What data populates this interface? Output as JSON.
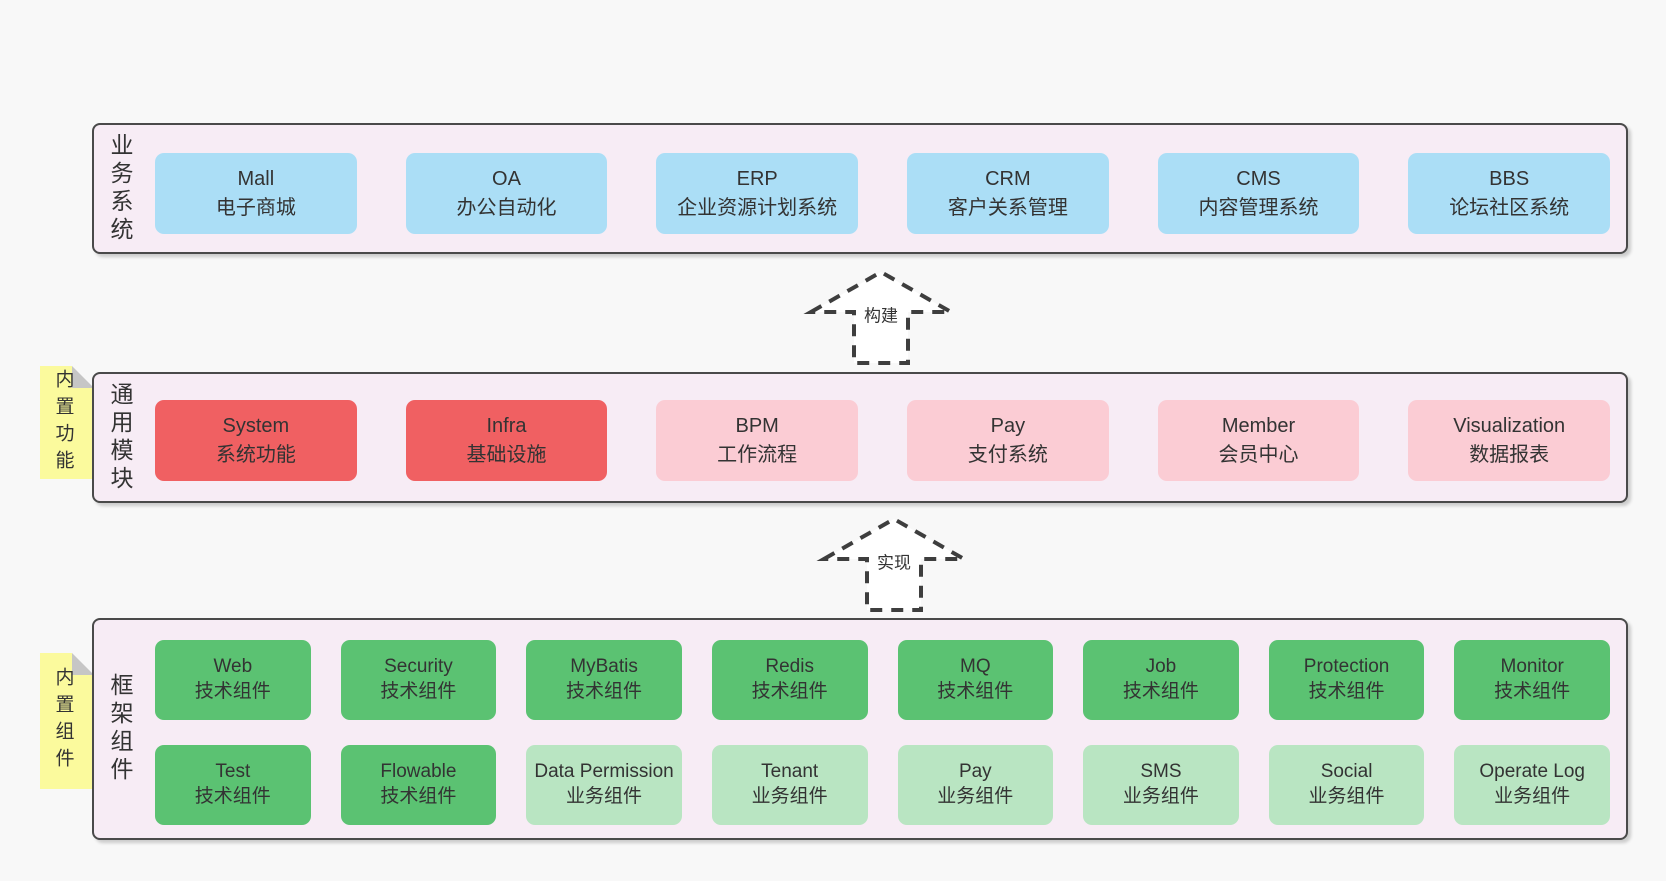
{
  "diagram": {
    "layer1": {
      "title": "业务系统",
      "boxes": [
        {
          "name": "Mall",
          "desc": "电子商城"
        },
        {
          "name": "OA",
          "desc": "办公自动化"
        },
        {
          "name": "ERP",
          "desc": "企业资源计划系统"
        },
        {
          "name": "CRM",
          "desc": "客户关系管理"
        },
        {
          "name": "CMS",
          "desc": "内容管理系统"
        },
        {
          "name": "BBS",
          "desc": "论坛社区系统"
        }
      ]
    },
    "arrow1": {
      "label": "构建"
    },
    "layer2": {
      "title": "通用模块",
      "note": "内置功能",
      "boxes": [
        {
          "name": "System",
          "desc": "系统功能",
          "variant": "red"
        },
        {
          "name": "Infra",
          "desc": "基础设施",
          "variant": "red"
        },
        {
          "name": "BPM",
          "desc": "工作流程",
          "variant": "pink"
        },
        {
          "name": "Pay",
          "desc": "支付系统",
          "variant": "pink"
        },
        {
          "name": "Member",
          "desc": "会员中心",
          "variant": "pink"
        },
        {
          "name": "Visualization",
          "desc": "数据报表",
          "variant": "pink"
        }
      ]
    },
    "arrow2": {
      "label": "实现"
    },
    "layer3": {
      "title": "框架组件",
      "note": "内置组件",
      "row1": [
        {
          "name": "Web",
          "desc": "技术组件",
          "variant": "green"
        },
        {
          "name": "Security",
          "desc": "技术组件",
          "variant": "green"
        },
        {
          "name": "MyBatis",
          "desc": "技术组件",
          "variant": "green"
        },
        {
          "name": "Redis",
          "desc": "技术组件",
          "variant": "green"
        },
        {
          "name": "MQ",
          "desc": "技术组件",
          "variant": "green"
        },
        {
          "name": "Job",
          "desc": "技术组件",
          "variant": "green"
        },
        {
          "name": "Protection",
          "desc": "技术组件",
          "variant": "green"
        },
        {
          "name": "Monitor",
          "desc": "技术组件",
          "variant": "green"
        }
      ],
      "row2": [
        {
          "name": "Test",
          "desc": "技术组件",
          "variant": "green"
        },
        {
          "name": "Flowable",
          "desc": "技术组件",
          "variant": "green"
        },
        {
          "name": "Data Permission",
          "desc": "业务组件",
          "variant": "lightgreen"
        },
        {
          "name": "Tenant",
          "desc": "业务组件",
          "variant": "lightgreen"
        },
        {
          "name": "Pay",
          "desc": "业务组件",
          "variant": "lightgreen"
        },
        {
          "name": "SMS",
          "desc": "业务组件",
          "variant": "lightgreen"
        },
        {
          "name": "Social",
          "desc": "业务组件",
          "variant": "lightgreen"
        },
        {
          "name": "Operate Log",
          "desc": "业务组件",
          "variant": "lightgreen"
        }
      ]
    },
    "colors": {
      "page_bg": "#f8f8f8",
      "layer_bg": "#f7ecf5",
      "layer_border": "#4a4a4a",
      "blue_box": "#abdef6",
      "red_box": "#f06062",
      "pink_box": "#fbccd4",
      "green_box": "#5bc272",
      "light_green_box": "#b9e5c2",
      "note_yellow": "#fbfa9d",
      "note_fold_gray": "#c6c6c6",
      "text": "#333333"
    }
  }
}
